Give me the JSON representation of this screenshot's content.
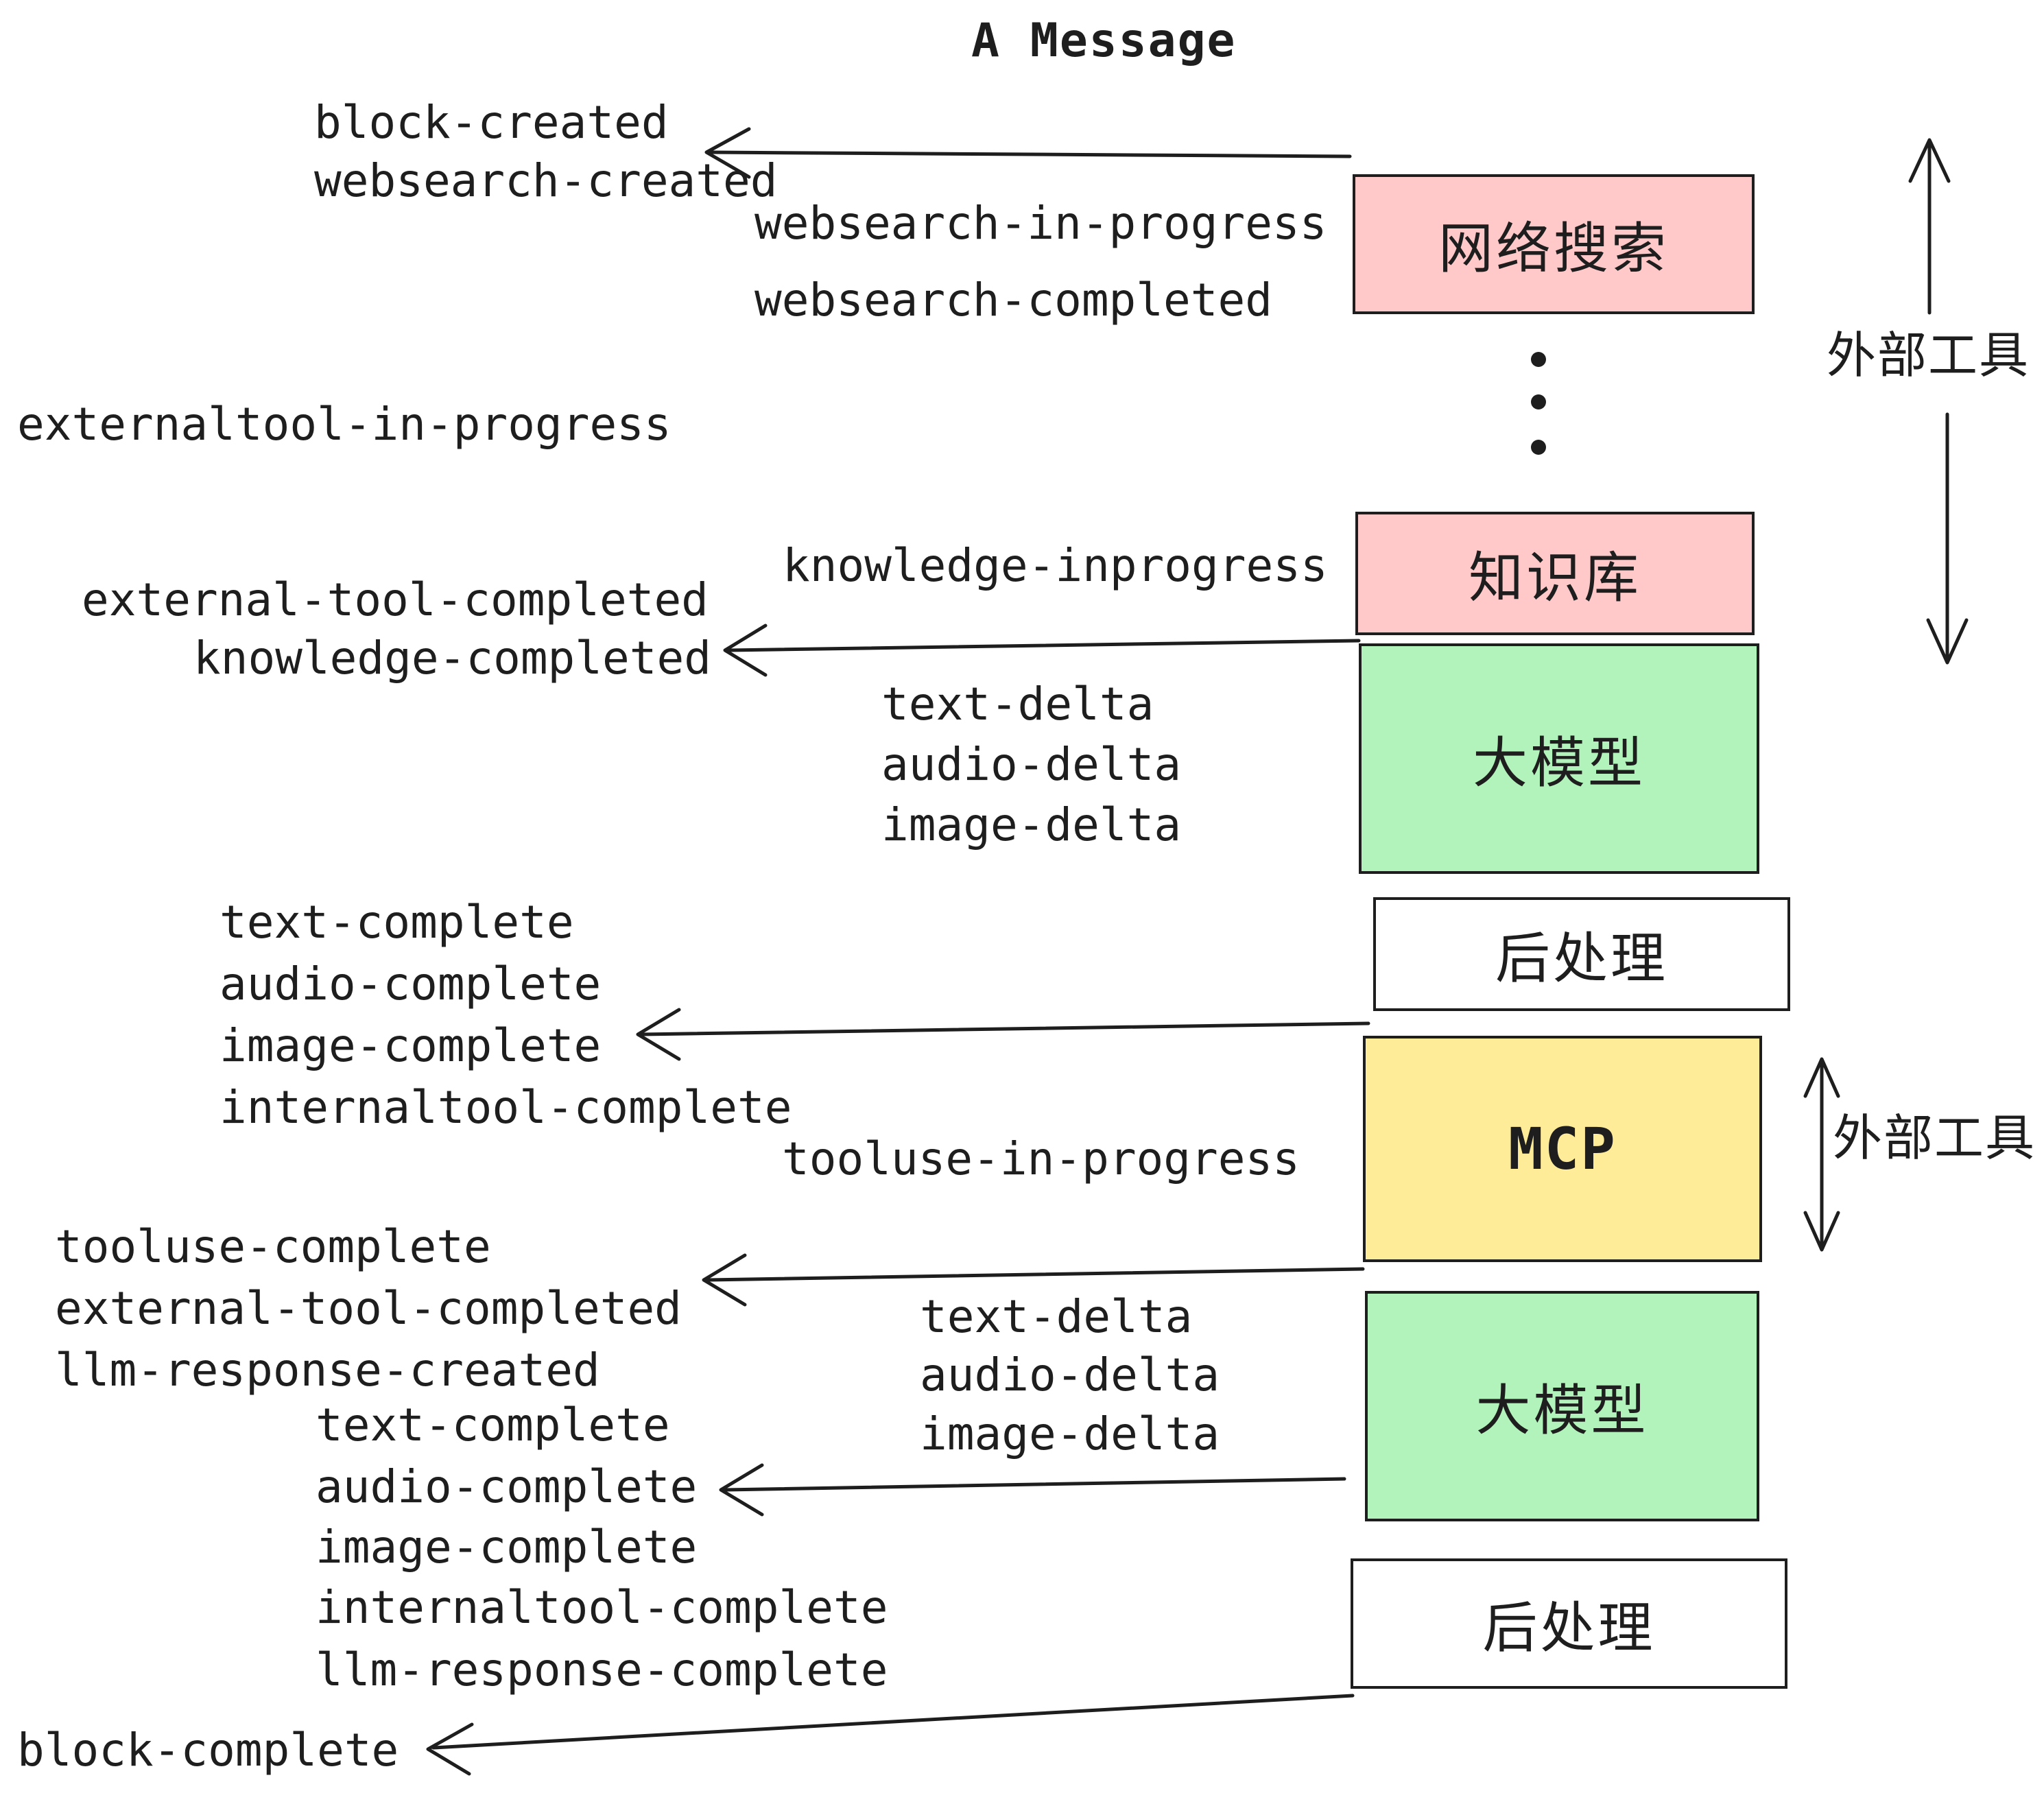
{
  "title": "A Message",
  "colors": {
    "pink": "#ffc9c9",
    "green": "#b2f2bb",
    "yellow": "#ffec99",
    "stroke": "#1e1e1e",
    "background": "#ffffff"
  },
  "boxes": {
    "websearch": "网络搜索",
    "knowledge": "知识库",
    "llm_top": "大模型",
    "post_top": "后处理",
    "mcp": "MCP",
    "llm_bottom": "大模型",
    "post_bottom": "后处理"
  },
  "side_labels": {
    "external_tool_top": "外部工具",
    "external_tool_mid": "外部工具"
  },
  "events": {
    "block_created": "block-created",
    "websearch_created": "websearch-created",
    "websearch_in_progress": "websearch-in-progress",
    "websearch_completed": "websearch-completed",
    "externaltool_in_progress": "externaltool-in-progress",
    "knowledge_inprogress": "knowledge-inprogress",
    "external_tool_completed_1": "external-tool-completed",
    "knowledge_completed": "knowledge-completed",
    "text_delta_1": "text-delta",
    "audio_delta_1": "audio-delta",
    "image_delta_1": "image-delta",
    "text_complete_1": "text-complete",
    "audio_complete_1": "audio-complete",
    "image_complete_1": "image-complete",
    "internaltool_complete_1": "internaltool-complete",
    "tooluse_in_progress": "tooluse-in-progress",
    "tooluse_complete": "tooluse-complete",
    "external_tool_completed_2": "external-tool-completed",
    "llm_response_created": "llm-response-created",
    "text_complete_2": "text-complete",
    "audio_complete_2": "audio-complete",
    "image_complete_2": "image-complete",
    "internaltool_complete_2": "internaltool-complete",
    "llm_response_complete": "llm-response-complete",
    "block_complete": "block-complete"
  }
}
